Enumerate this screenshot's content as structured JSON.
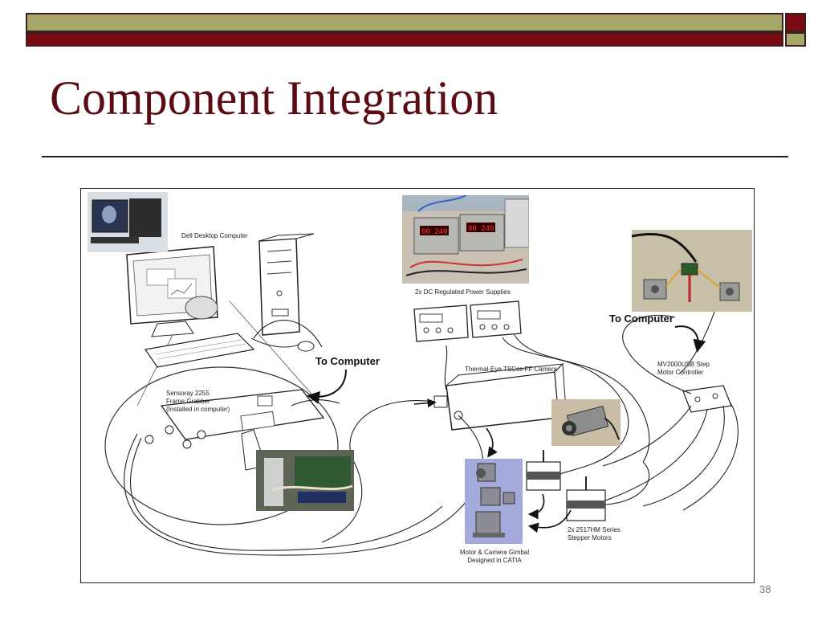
{
  "slide": {
    "title": "Component Integration",
    "page_number": "38"
  },
  "diagram": {
    "labels": {
      "dell": "Dell Desktop Computer",
      "power": "2x DC Regulated Power Supplies",
      "camera": "Thermal-Eye TSCss-FF Camera",
      "controller_line1": "MV2000USB Step",
      "controller_line2": "Motor Controller",
      "frame_line1": "Sensoray 2255",
      "frame_line2": "Frame Grabber",
      "frame_line3": "(Installed in computer)",
      "to_computer_left": "To Computer",
      "to_computer_right": "To Computer",
      "motors_line1": "2x 2517HM Series",
      "motors_line2": "Stepper Motors",
      "gimbal_line1": "Motor & Camera Gimbal",
      "gimbal_line2": "Designed in CATIA"
    }
  },
  "colors": {
    "title": "#5b0b12",
    "bar_olive": "#a6a66b",
    "bar_red": "#7a0a14"
  }
}
